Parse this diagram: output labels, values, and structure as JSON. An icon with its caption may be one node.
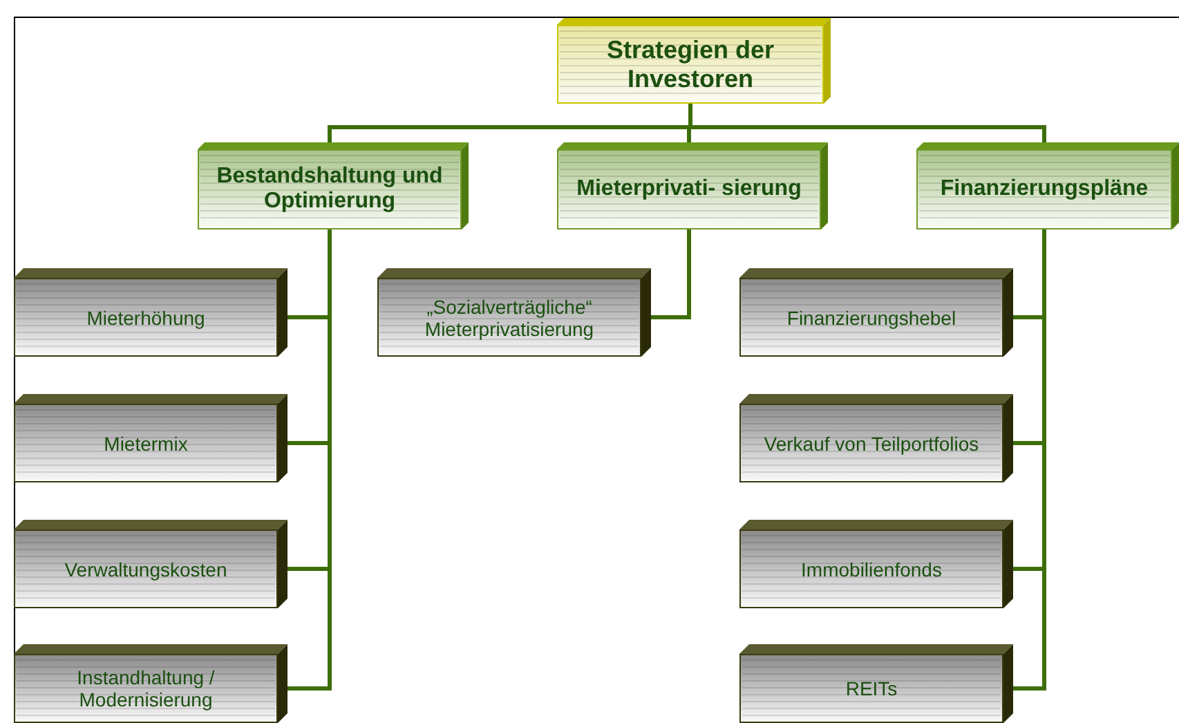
{
  "diagram": {
    "nodes": [
      {
        "text": [
          "Strategien der Investoren"
        ]
      },
      {
        "text": [
          "Bestandshaltung und Optimierung"
        ]
      },
      {
        "text": [
          "Mieterprivati- sierung"
        ]
      },
      {
        "text": [
          "Finanzierungspläne"
        ]
      },
      {
        "text": [
          "Mieterhöhung"
        ]
      },
      {
        "text": [
          "Mietermix"
        ]
      },
      {
        "text": [
          "Verwaltungskosten"
        ]
      },
      {
        "text": [
          "Instandhaltung / Modernisierung"
        ]
      },
      {
        "text": [
          "„Sozialverträgliche“ Mieterprivatisierung"
        ]
      },
      {
        "text": [
          "Finanzierungshebel"
        ]
      },
      {
        "text": [
          "Verkauf von Teilportfolios"
        ]
      },
      {
        "text": [
          "Immobilienfonds"
        ]
      },
      {
        "text": [
          "REITs"
        ]
      }
    ],
    "edges": [
      {
        "from": 0,
        "to": 1,
        "arrow": "none"
      },
      {
        "from": 0,
        "to": 2,
        "arrow": "none"
      },
      {
        "from": 0,
        "to": 3,
        "arrow": "none"
      },
      {
        "from": 1,
        "to": 4,
        "arrow": "none"
      },
      {
        "from": 1,
        "to": 5,
        "arrow": "none"
      },
      {
        "from": 1,
        "to": 6,
        "arrow": "none"
      },
      {
        "from": 1,
        "to": 7,
        "arrow": "none"
      },
      {
        "from": 2,
        "to": 8,
        "arrow": "none"
      },
      {
        "from": 3,
        "to": 9,
        "arrow": "none"
      },
      {
        "from": 3,
        "to": 10,
        "arrow": "none"
      },
      {
        "from": 3,
        "to": 11,
        "arrow": "none"
      },
      {
        "from": 3,
        "to": 12,
        "arrow": "none"
      }
    ]
  }
}
